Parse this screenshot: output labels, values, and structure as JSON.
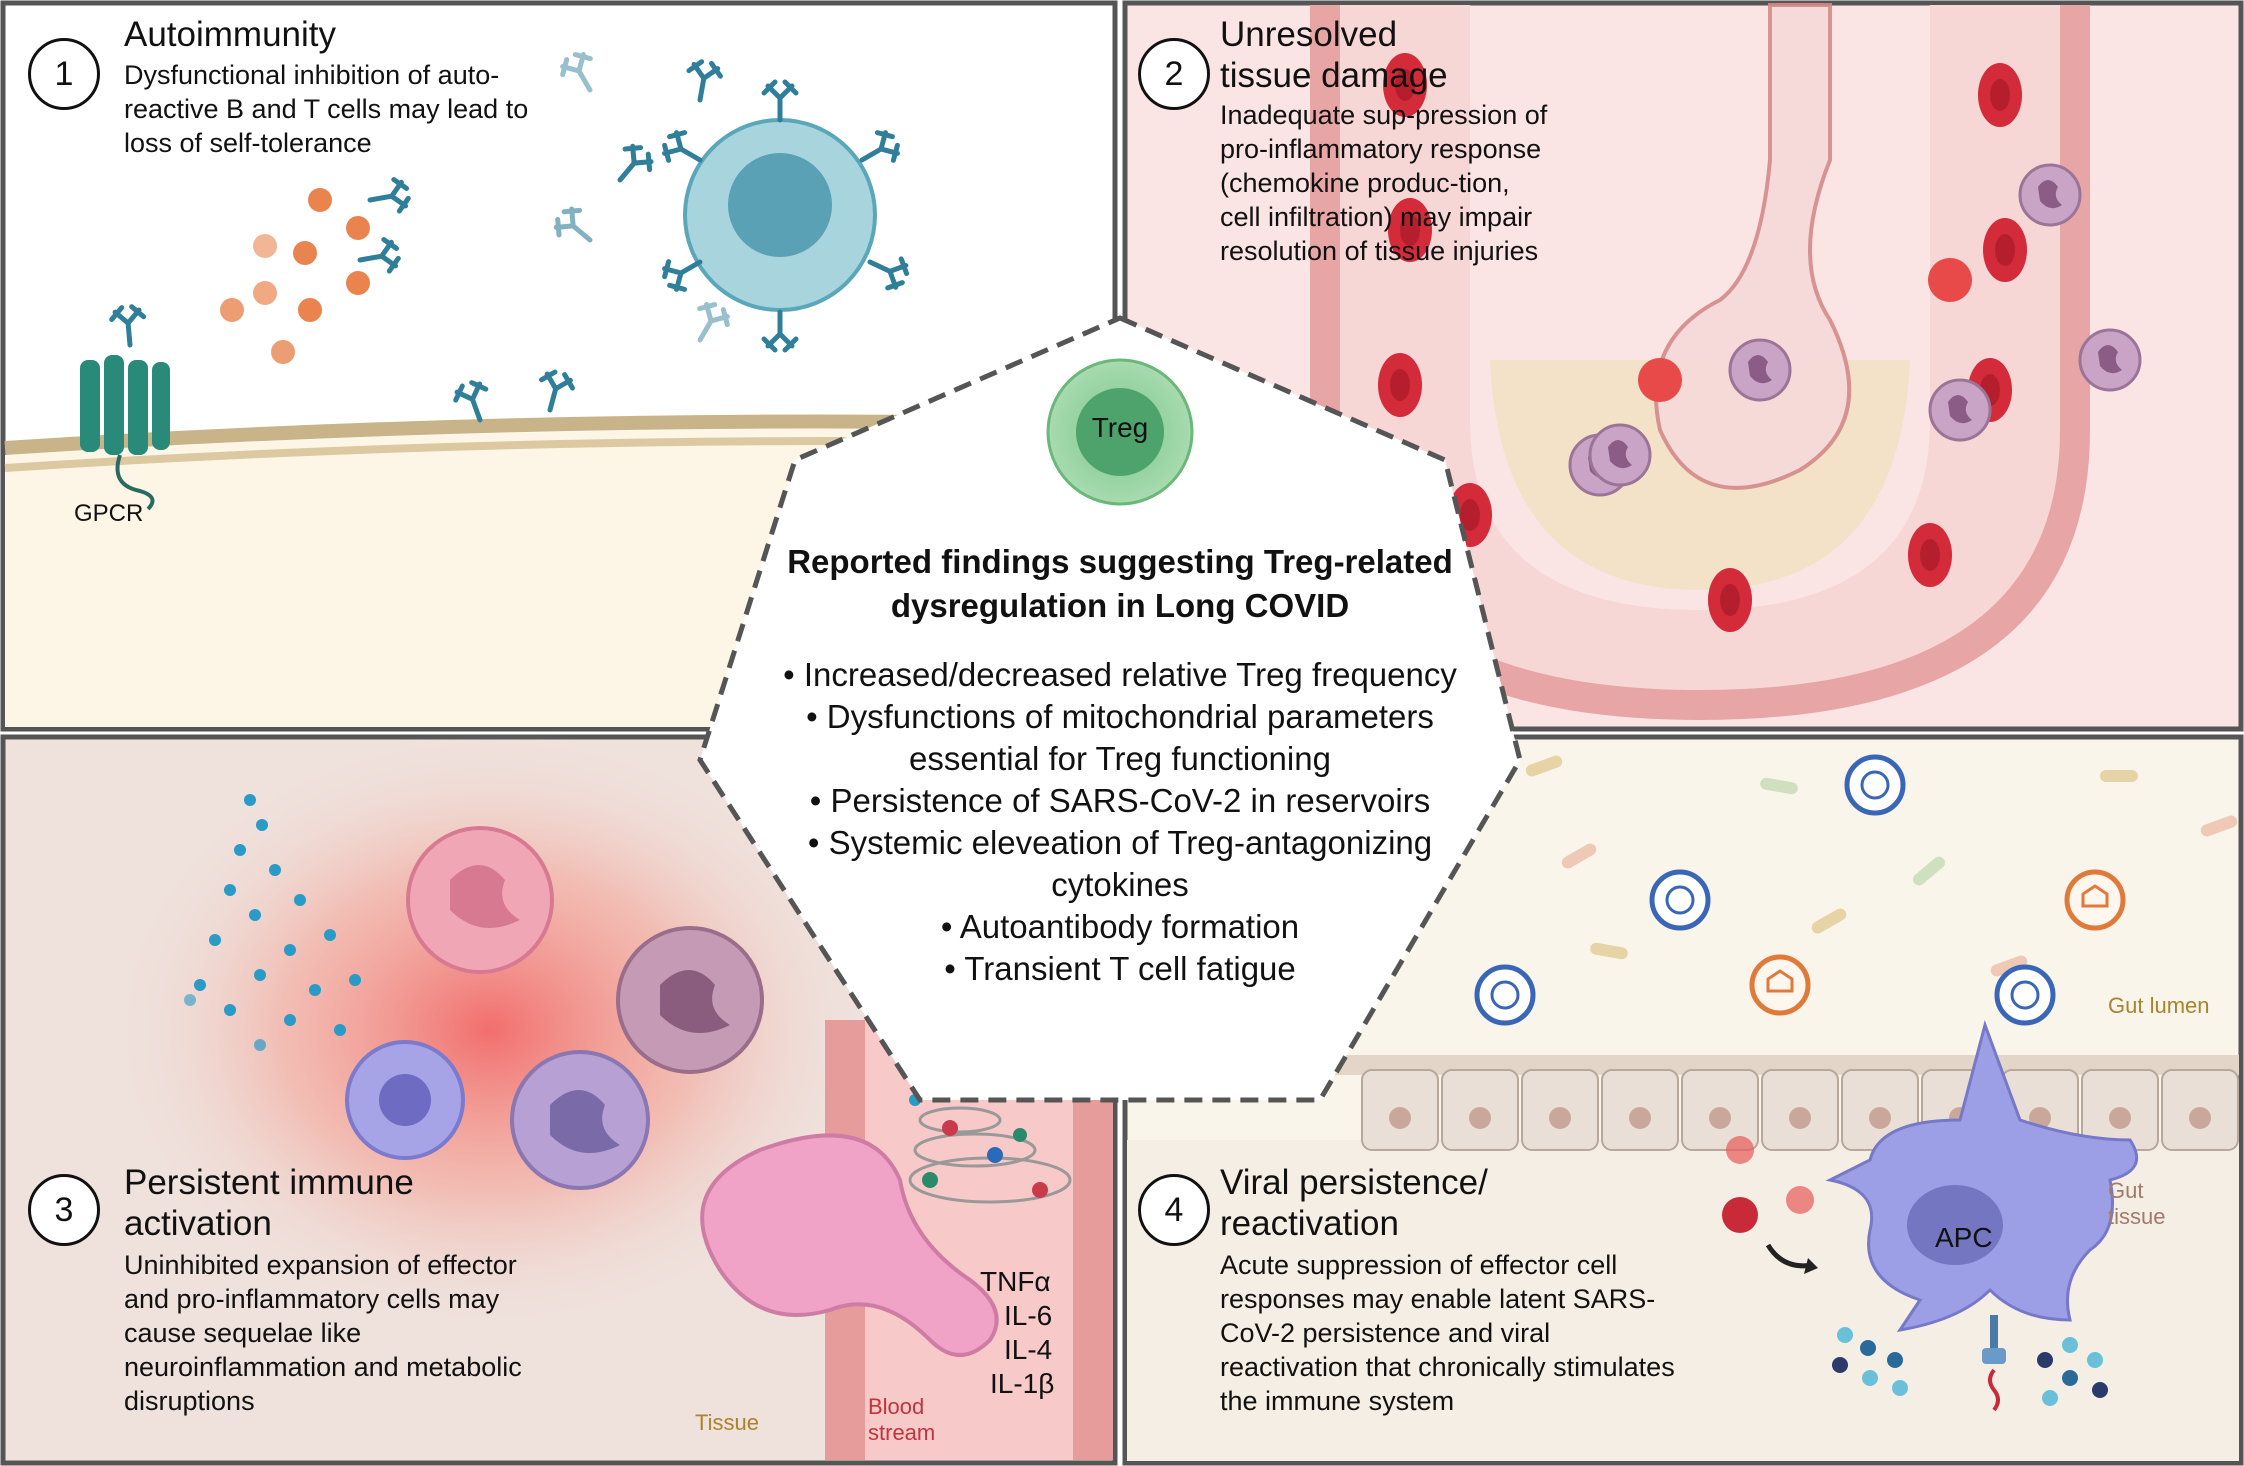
{
  "center": {
    "treg_label": "Treg",
    "title": "Reported findings suggesting Treg-related dysregulation in Long COVID",
    "findings": [
      "• Increased/decreased relative Treg frequency",
      "• Dysfunctions of mitochondrial parameters essential for Treg functioning",
      "• Persistence of SARS-CoV-2 in reservoirs",
      "• Systemic eleveation of Treg-antagonizing cytokines",
      "• Autoantibody formation",
      "• Transient T cell fatigue"
    ]
  },
  "panels": [
    {
      "number": "1",
      "title": "Autoimmunity",
      "description": "Dysfunctional inhibition of auto-reactive B and T cells may lead to loss of self-tolerance",
      "labels": {
        "receptor": "GPCR"
      },
      "colors": {
        "background": "#fdf6e6",
        "membrane": "#c9b48a",
        "antibody": "#2f7f9a",
        "particles": "#e9844f"
      }
    },
    {
      "number": "2",
      "title": "Unresolved tissue damage",
      "description": "Inadequate sup-pression of pro-inflammatory response (chemokine produc-tion, cell infiltration) may impair resolution of tissue injuries",
      "colors": {
        "background": "#fbe4e4",
        "vessel": "#e8a5a5",
        "rbc": "#d42b3a"
      }
    },
    {
      "number": "3",
      "title": "Persistent immune activation",
      "description": "Uninhibited expansion of effector and pro-inflammatory cells may cause sequelae like neuroinflammation and metabolic disruptions",
      "labels": {
        "tissue": "Tissue",
        "blood_stream": "Blood stream"
      },
      "cytokines": [
        "TNFα",
        "IL-6",
        "IL-4",
        "IL-1β"
      ],
      "colors": {
        "background": "#efe1dc",
        "inflammation": "#f25a5a",
        "vessel": "#f8c9c9"
      }
    },
    {
      "number": "4",
      "title": "Viral persistence/ reactivation",
      "description": "Acute suppression of effector cell responses may enable latent SARS-CoV-2 persistence and viral reactivation that chronically stimulates the immune system",
      "labels": {
        "gut_lumen": "Gut lumen",
        "gut_tissue": "Gut tissue",
        "apc": "APC"
      },
      "colors": {
        "background": "#faf5ea",
        "apc": "#9c9ee6",
        "virus": "#3a66b8"
      }
    }
  ]
}
